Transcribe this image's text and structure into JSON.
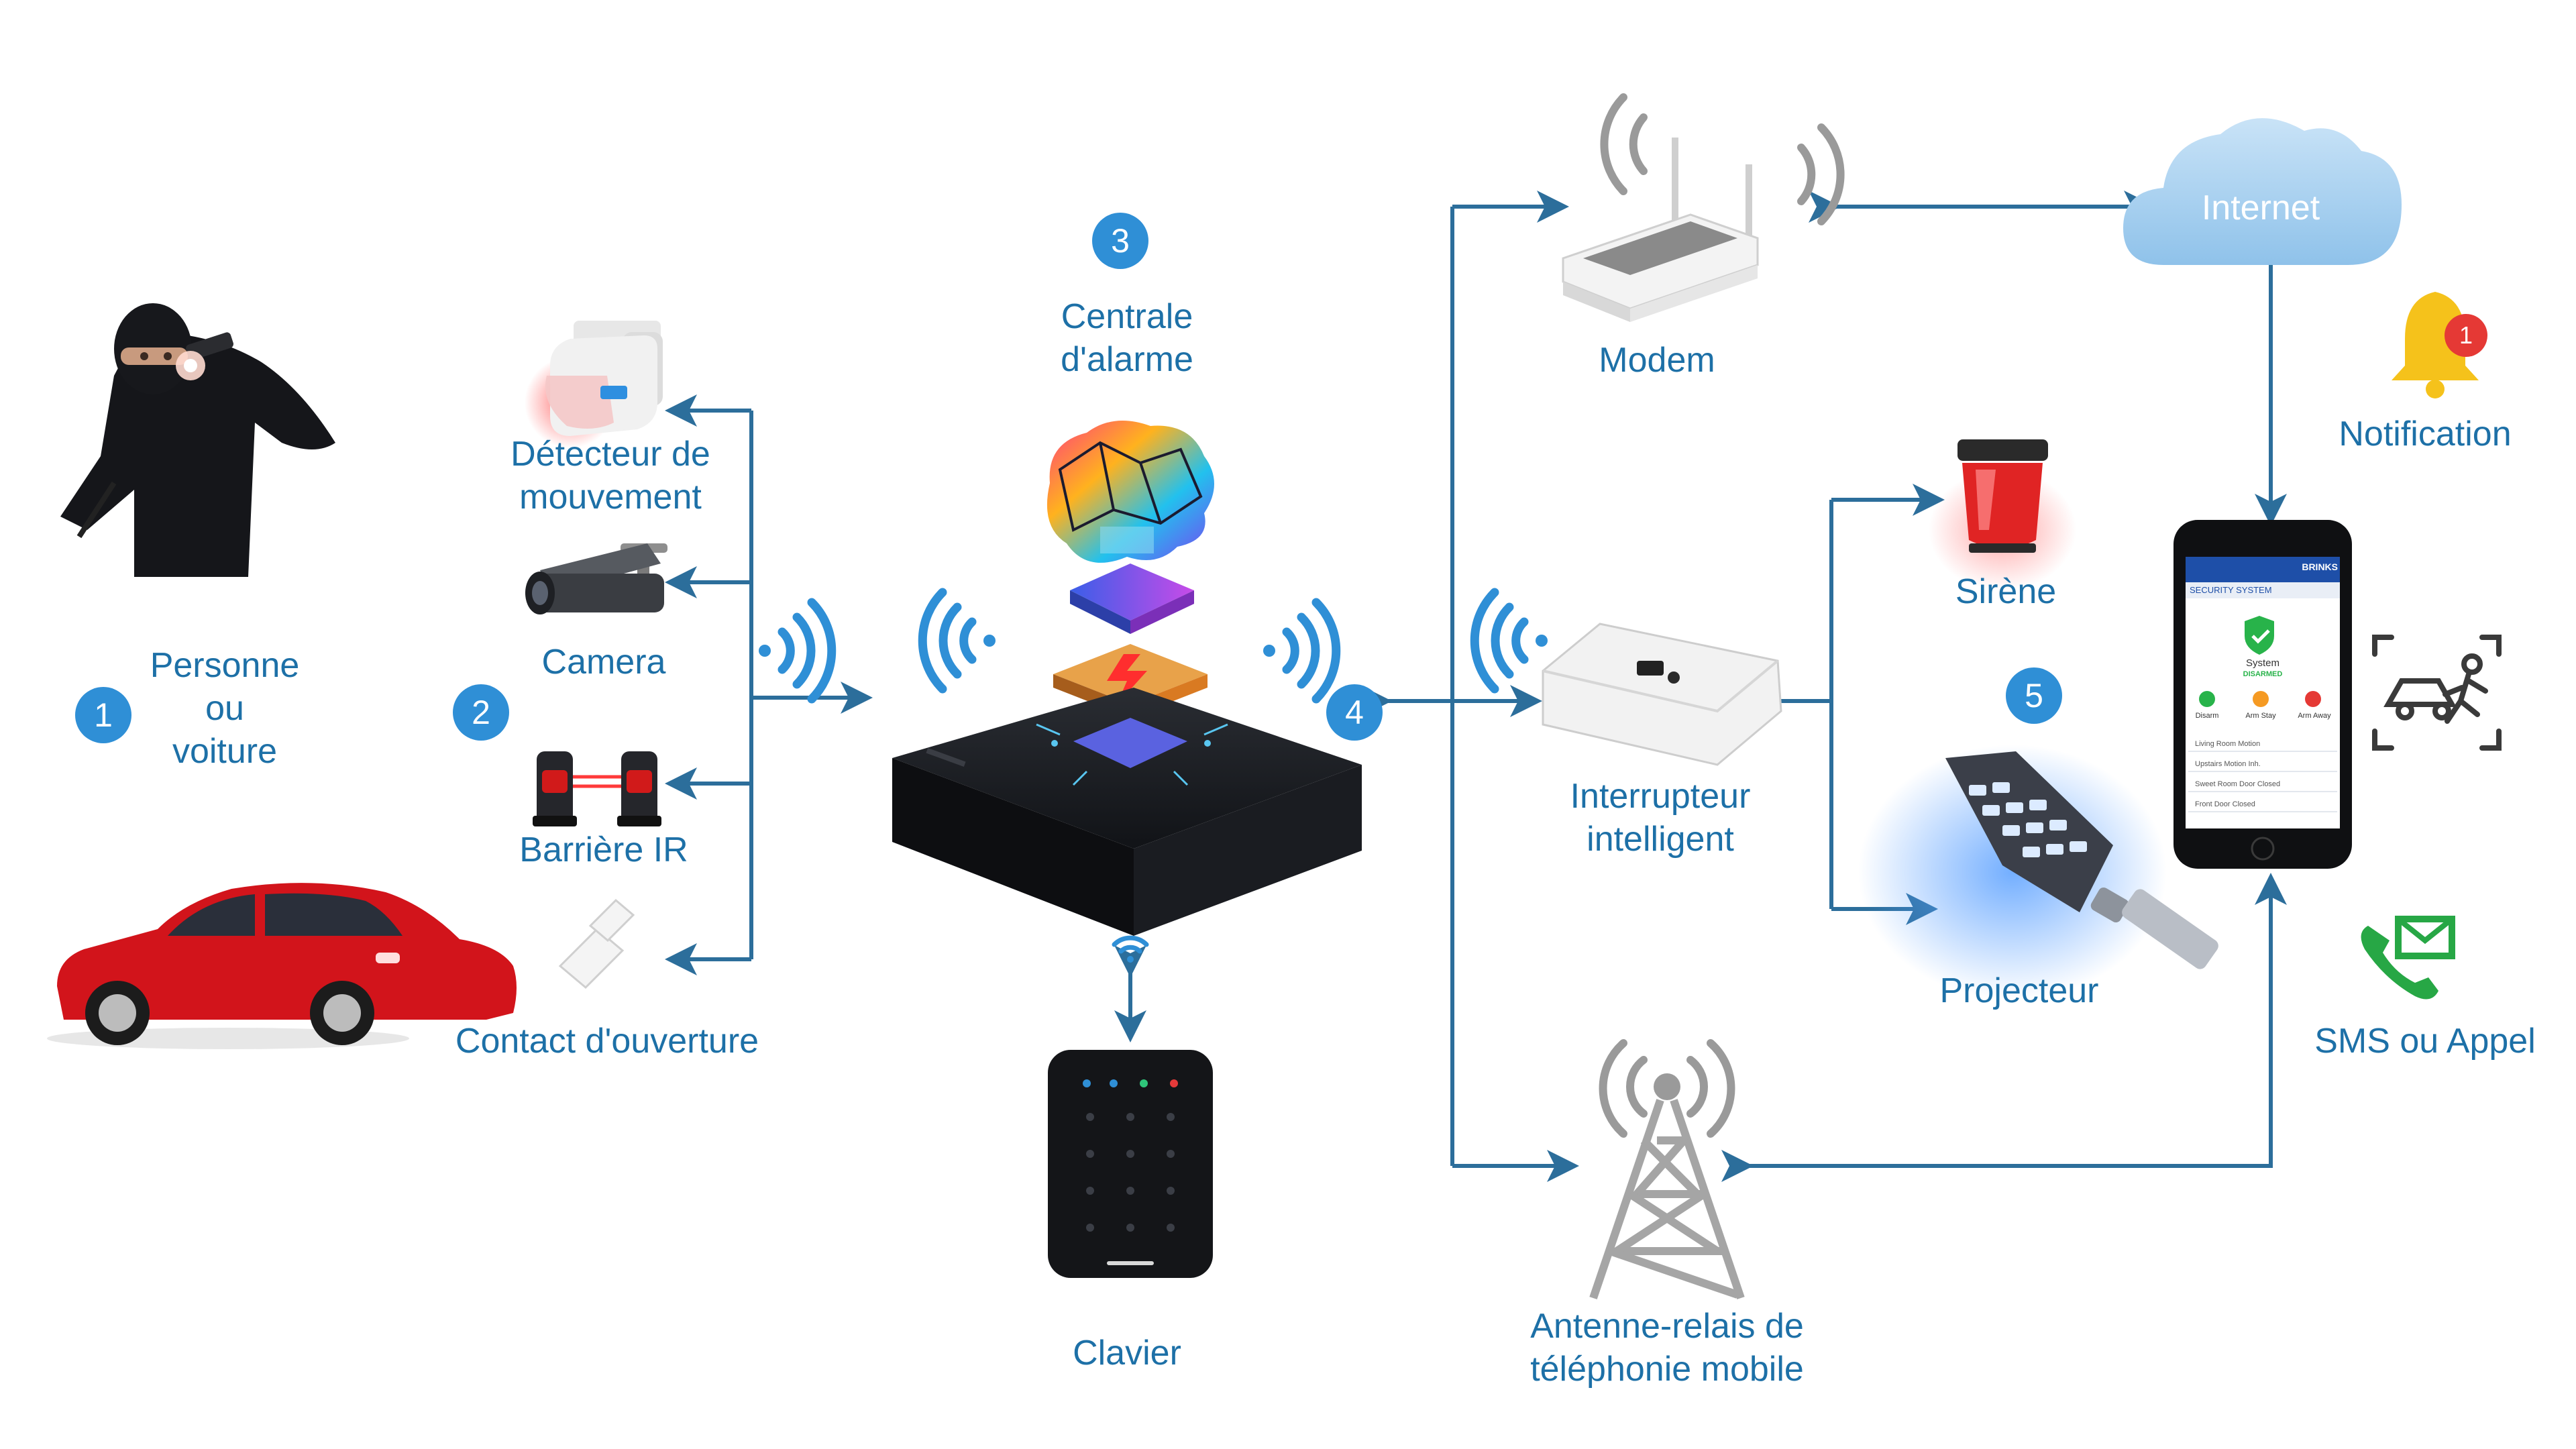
{
  "colors": {
    "accent": "#2f8fd6",
    "label": "#1d70a7",
    "line": "#2c6e9b",
    "wifi": "#2f8fd6",
    "cloud": "#a8d1ef"
  },
  "steps": [
    "1",
    "2",
    "3",
    "4",
    "5"
  ],
  "labels": {
    "person_or_car": "Personne\nou\nvoiture",
    "motion_detector": "Détecteur de\nmouvement",
    "camera": "Camera",
    "ir_barrier": "Barrière IR",
    "door_contact": "Contact d'ouverture",
    "alarm_panel": "Centrale\nd'alarme",
    "keypad": "Clavier",
    "modem": "Modem",
    "internet": "Internet",
    "notification": "Notification",
    "notification_count": "1",
    "siren": "Sirène",
    "smart_switch": "Interrupteur\nintelligent",
    "floodlight": "Projecteur",
    "sms_or_call": "SMS ou Appel",
    "cell_tower": "Antenne-relais de\ntéléphonie mobile"
  },
  "phone_app": {
    "brand": "BRINKS",
    "header": "SECURITY SYSTEM",
    "status_title": "System",
    "status_value": "DISARMED",
    "buttons": [
      "Disarm",
      "Arm Stay",
      "Arm Away"
    ],
    "events": [
      "Living Room Motion",
      "Upstairs Motion Inh.",
      "Sweet Room Door Closed",
      "Front Door Closed"
    ]
  },
  "icons": {
    "burglar": "burglar-figure",
    "car": "red-car",
    "motion_detector": "motion-sensor-icon",
    "camera": "cctv-camera-icon",
    "ir_barrier": "ir-beam-icon",
    "door_contact": "door-contact-icon",
    "alarm_panel": "alarm-hub-icon",
    "keypad": "keypad-icon",
    "modem": "router-icon",
    "cloud": "cloud-icon",
    "bell": "bell-icon",
    "siren": "siren-icon",
    "smart_switch": "smart-switch-icon",
    "floodlight": "floodlight-icon",
    "phone": "smartphone-icon",
    "intrusion": "intrusion-detection-icon",
    "sms": "sms-call-icon",
    "tower": "cell-tower-icon"
  }
}
